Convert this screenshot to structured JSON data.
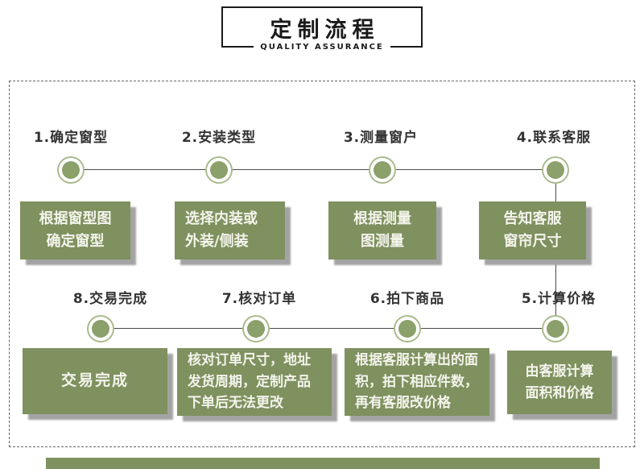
{
  "header": {
    "title": "定制流程",
    "subtitle": "QUALITY ASSURANCE"
  },
  "steps": [
    {
      "label": "1.确定窗型",
      "lines": [
        "根据窗型图",
        "确定窗型"
      ]
    },
    {
      "label": "2.安装类型",
      "lines": [
        "选择内装或",
        "外装/侧装"
      ]
    },
    {
      "label": "3.测量窗户",
      "lines": [
        "根据测量",
        "图测量"
      ]
    },
    {
      "label": "4.联系客服",
      "lines": [
        "告知客服",
        "窗帘尺寸"
      ]
    },
    {
      "label": "5.计算价格",
      "lines": [
        "由客服计算",
        "面积和价格"
      ]
    },
    {
      "label": "6.拍下商品",
      "lines": [
        "根据客服计算出的面",
        "积，拍下相应件数，",
        "再有客服改价格"
      ]
    },
    {
      "label": "7.核对订单",
      "lines": [
        "核对订单尺寸，地址",
        "发货周期，定制产品",
        "下单后无法更改"
      ]
    },
    {
      "label": "8.交易完成",
      "lines": [
        "交易完成"
      ]
    }
  ],
  "colors": {
    "box_green": "#7e915f",
    "dot_green": "#8ba06a",
    "ring_green": "#aabb8d",
    "shadow_gray": "#a3a3a3",
    "line_gray": "#4a4a4a",
    "dash_gray": "#666666",
    "label_dark": "#333333",
    "box_text": "#f4f4ec",
    "title_black": "#1a1a1a"
  }
}
